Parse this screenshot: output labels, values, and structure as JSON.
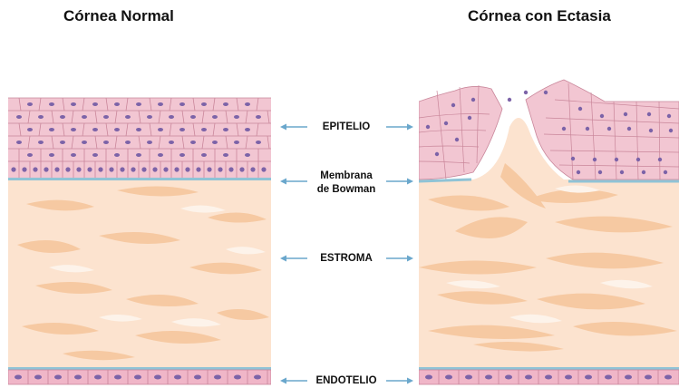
{
  "titles": {
    "normal": "Córnea Normal",
    "ectasia": "Córnea con Ectasia"
  },
  "labels": {
    "epitelio": "EPITELIO",
    "membrana_line1": "Membrana",
    "membrana_line2": "de Bowman",
    "estroma": "ESTROMA",
    "endotelio": "ENDOTELIO"
  },
  "colors": {
    "epithelium": "#f2c6d2",
    "cell_border": "#c9869a",
    "nucleus": "#7c63a8",
    "bowman": "#8fc3d6",
    "stroma": "#fce3cf",
    "stroma_fiber": "#f6c9a2",
    "stroma_white": "#fdf3ea",
    "endothelium": "#f0b6c8",
    "arrow": "#6aa7cc"
  }
}
